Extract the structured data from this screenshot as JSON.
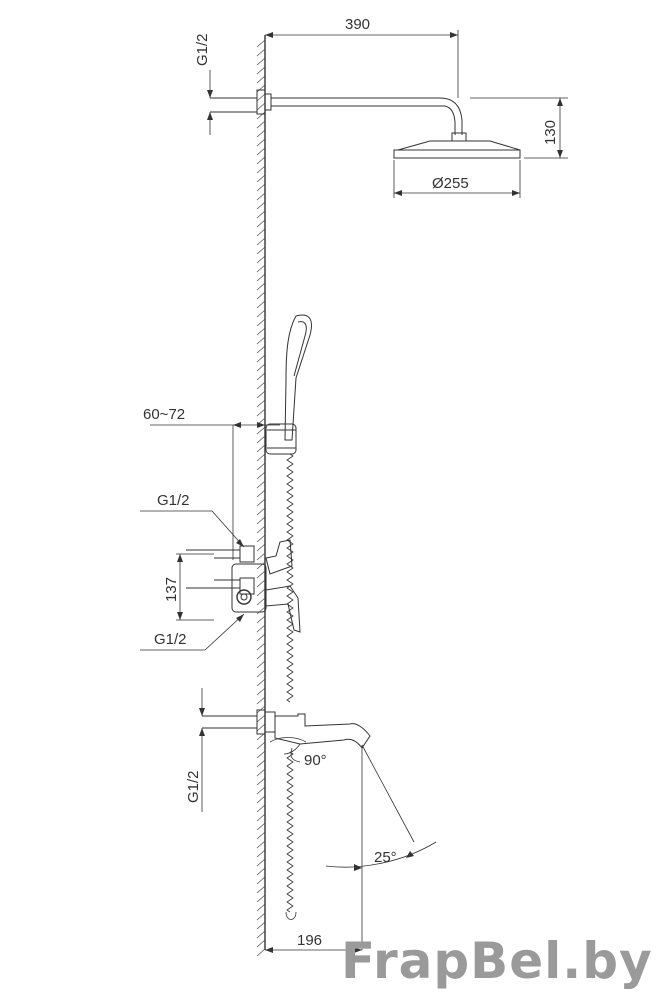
{
  "dimensions": {
    "arm_length": "390",
    "head_height": "130",
    "head_diameter": "Ø255",
    "thread_top": "G1/2",
    "mixer_offset": "60~72",
    "thread_mixer_top": "G1/2",
    "mixer_center": "137",
    "thread_mixer_bottom": "G1/2",
    "thread_spout": "G1/2",
    "spout_angle": "90°",
    "swing_angle": "25°",
    "spout_length": "196"
  },
  "watermark": "FrapBel.by",
  "colors": {
    "line": "#333333",
    "watermark": "#9a9a9a",
    "background": "#ffffff"
  }
}
